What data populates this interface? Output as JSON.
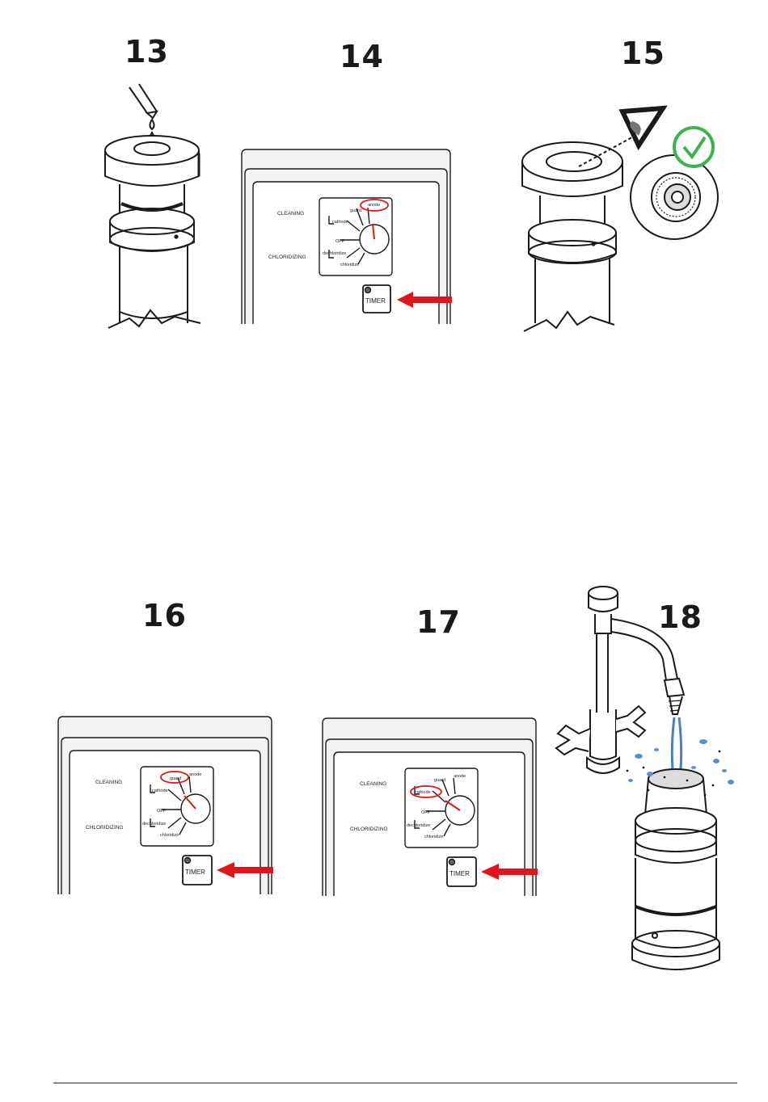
{
  "steps": [
    "13",
    "14",
    "15",
    "16",
    "17",
    "18"
  ],
  "panel": {
    "cleaning": "CLEANING",
    "chloridizing": "CHLORIDIZING",
    "positions": {
      "guard": "guard",
      "anode": "anode",
      "cathode": "cathode",
      "off": "OFF",
      "dechloridize": "dechloridize",
      "chloridize": "chloridize"
    },
    "timer": "TIMER"
  },
  "colors": {
    "highlight": "#e0141c",
    "check": "#3cb44b",
    "line": "#1a1a1a"
  },
  "icons": [
    "dropper-icon",
    "eye-icon",
    "checkmark-icon",
    "arrow-left-icon",
    "faucet-icon"
  ]
}
